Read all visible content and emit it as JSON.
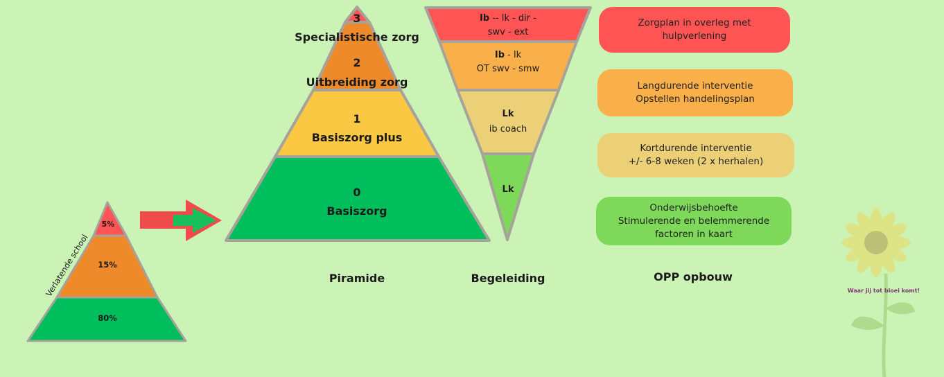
{
  "colors": {
    "background": "#ccf3b6",
    "red": "#ff5454",
    "orange": "#ef8a2a",
    "yellow": "#fbc843",
    "green": "#00be5c",
    "pale_yellow": "#ecd078",
    "light_green": "#7ed85a",
    "pill_orange": "#f9b04a",
    "border_gray": "#a6a39a"
  },
  "small_pyramid": {
    "side_label": "Verlatende school",
    "levels": [
      "5%",
      "15%",
      "80%"
    ]
  },
  "main_pyramid": {
    "levels": [
      {
        "number": "3",
        "name": "Specialistische zorg"
      },
      {
        "number": "2",
        "name": "Uitbreiding zorg"
      },
      {
        "number": "1",
        "name": "Basiszorg plus"
      },
      {
        "number": "0",
        "name": "Basiszorg"
      }
    ],
    "caption": "Piramide"
  },
  "funnel": {
    "levels": [
      {
        "bold": "Ib",
        "rest": " -- lk - dir -",
        "line2": "swv - ext"
      },
      {
        "bold": "Ib",
        "rest": " - lk",
        "line2": "OT swv - smw"
      },
      {
        "bold": "Lk",
        "rest": "",
        "line2": "ib coach"
      },
      {
        "bold": "Lk",
        "rest": "",
        "line2": ""
      }
    ],
    "caption": "Begeleiding"
  },
  "opp": {
    "items": [
      {
        "line1": "Zorgplan in overleg met",
        "line2": "hulpverlening",
        "line3": ""
      },
      {
        "line1": "Langdurende interventie",
        "line2": "Opstellen handelingsplan",
        "line3": ""
      },
      {
        "line1": "Kortdurende interventie",
        "line2": "+/- 6-8 weken  (2 x herhalen)",
        "line3": ""
      },
      {
        "line1": "Onderwijsbehoefte",
        "line2": "Stimulerende en belemmerende",
        "line3": "factoren in kaart"
      }
    ],
    "caption": "OPP opbouw"
  },
  "watermark": {
    "slogan": "Waar jij tot bloei komt!"
  }
}
